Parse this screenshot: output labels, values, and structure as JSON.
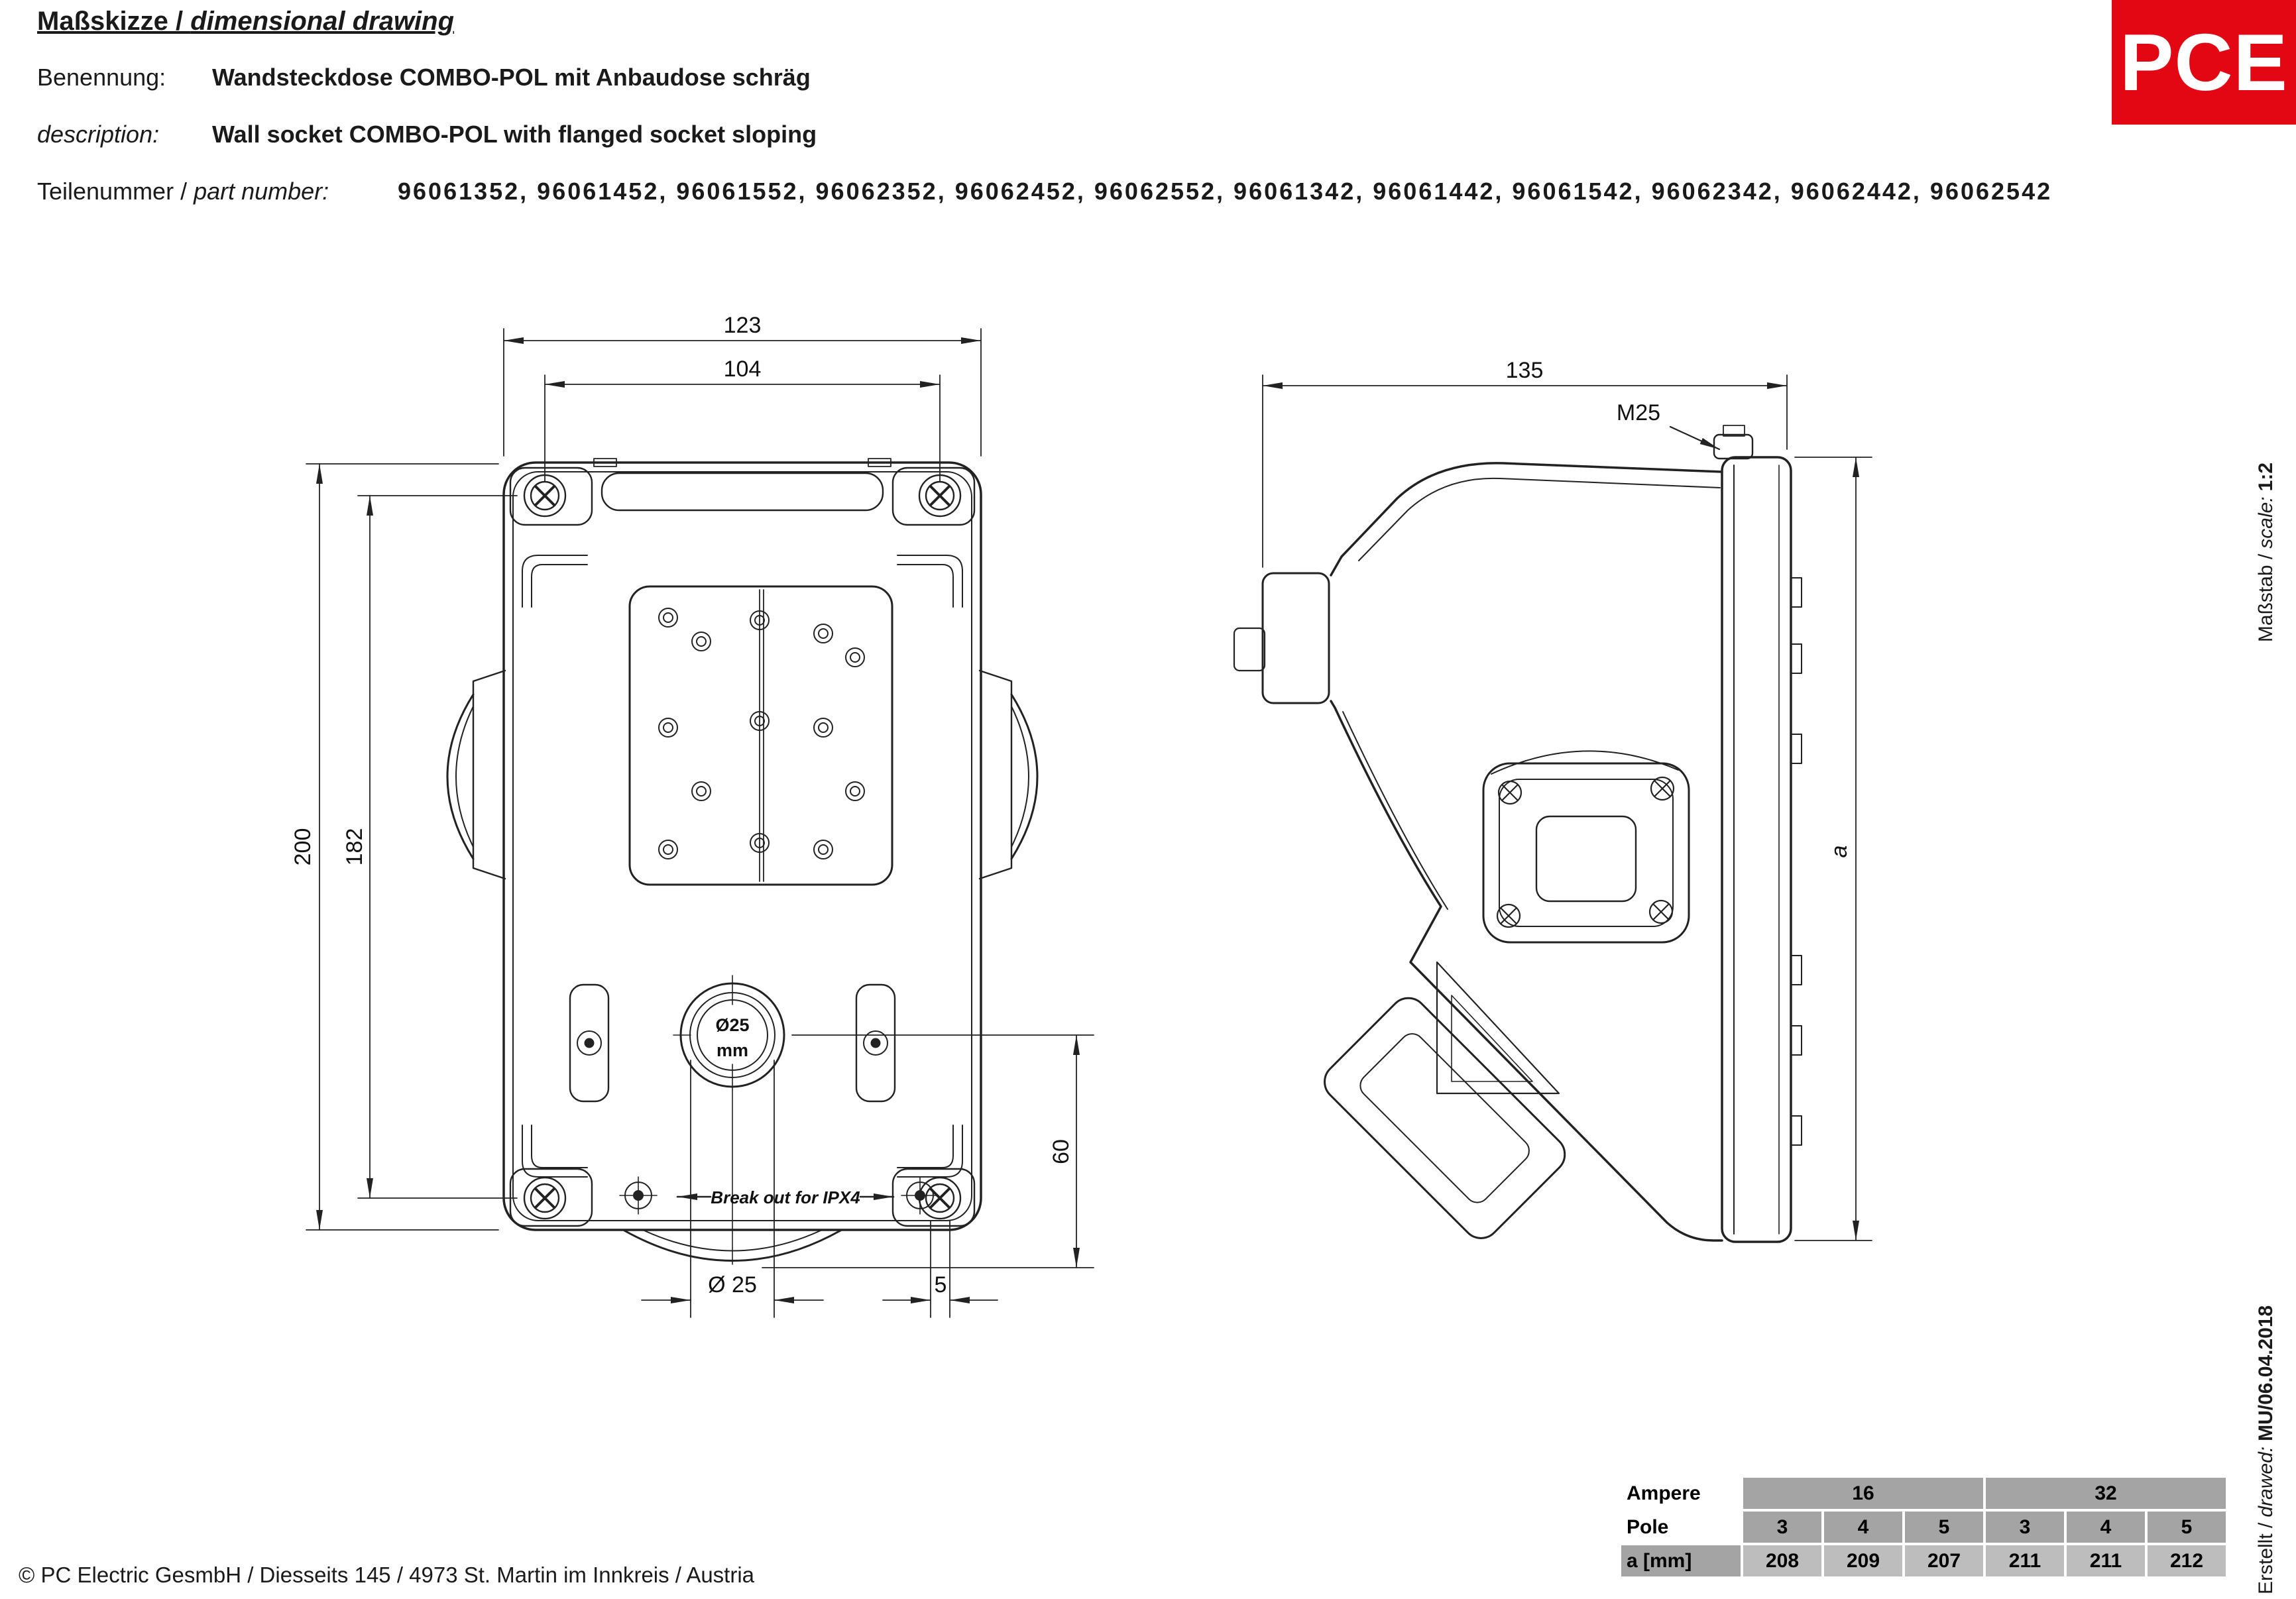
{
  "header": {
    "title_de": "Maßskizze / ",
    "title_en": "dimensional drawing",
    "benennung_label": "Benennung:",
    "benennung_value": "Wandsteckdose COMBO-POL mit Anbaudose schräg",
    "description_label": "description:",
    "description_value": "Wall socket COMBO-POL with flanged socket sloping",
    "part_label_de": "Teilenummer / ",
    "part_label_en": "part number:",
    "part_numbers": "96061352, 96061452, 96061552, 96062352, 96062452, 96062552, 96061342, 96061442, 96061542, 96062342, 96062442, 96062542"
  },
  "logo": {
    "text": "PCE",
    "color": "#e30613"
  },
  "front_view": {
    "dim_total_width": "123",
    "dim_hole_spacing_h": "104",
    "dim_total_height": "200",
    "dim_hole_spacing_v": "182",
    "dim_knockout_offset": "60",
    "dim_knockout_dia": "Ø 25",
    "dim_tab": "5",
    "knockout_line1": "Ø25",
    "knockout_line2": "mm",
    "breakout_note": "Break out for IPX4"
  },
  "side_view": {
    "dim_depth": "135",
    "gland_thread": "M25",
    "dim_height_var": "a"
  },
  "title_block": {
    "created_label_de": "Erstellt /",
    "created_label_en": "drawed:",
    "created_value": "MU/06.04.2018",
    "scale_label_de": "Maßstab /",
    "scale_label_en": "scale:",
    "scale_value": "1:2"
  },
  "spec_table": {
    "rows": [
      {
        "label": "Ampere",
        "cells": [
          "16",
          "32"
        ]
      },
      {
        "label": "Pole",
        "cells": [
          "3",
          "4",
          "5",
          "3",
          "4",
          "5"
        ]
      },
      {
        "label": "a [mm]",
        "cells": [
          "208",
          "209",
          "207",
          "211",
          "211",
          "212"
        ]
      }
    ]
  },
  "footer": {
    "copyright": "© PC Electric GesmbH / Diesseits 145 / 4973 St. Martin im Innkreis / Austria"
  }
}
